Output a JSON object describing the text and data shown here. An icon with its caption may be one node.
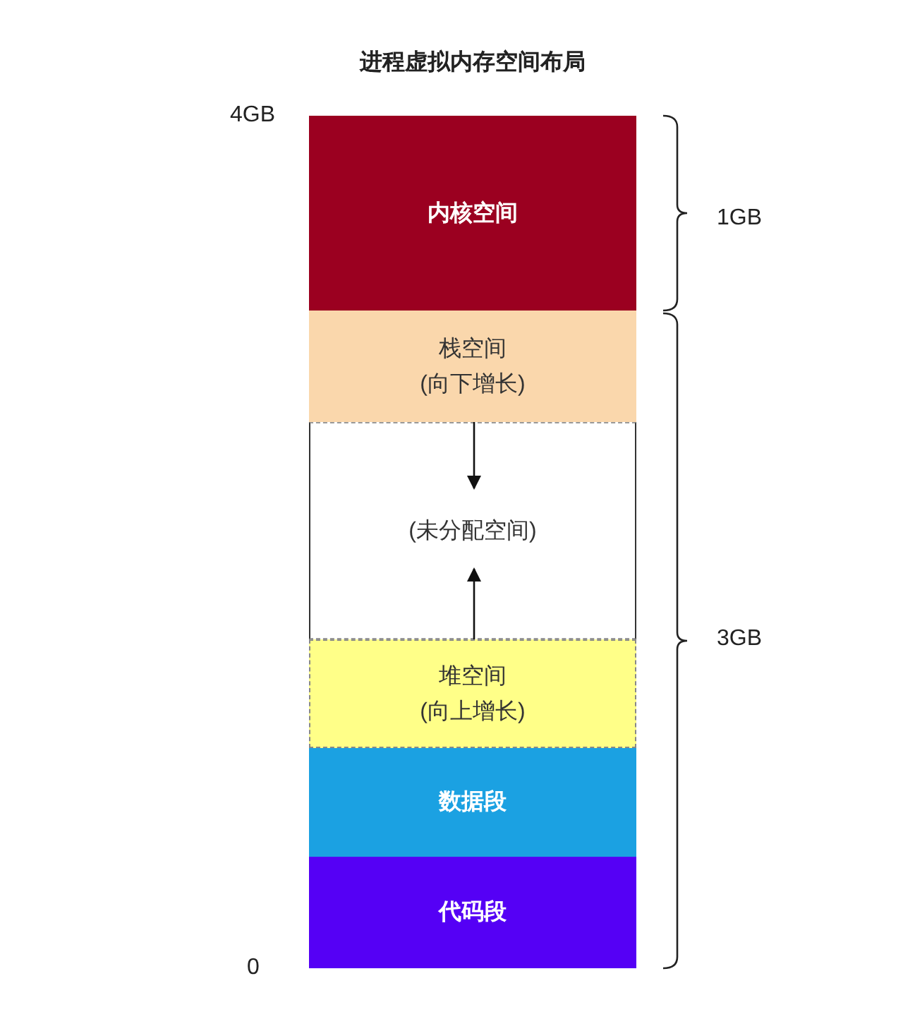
{
  "diagram": {
    "title": "进程虚拟内存空间布局",
    "nodes": [
      {
        "text": [
          "内核空间"
        ]
      },
      {
        "text": [
          "栈空间",
          "(向下增长)"
        ]
      },
      {
        "text": [
          "(未分配空间)"
        ]
      },
      {
        "text": [
          "堆空间",
          "(向上增长)"
        ]
      },
      {
        "text": [
          "数据段"
        ]
      },
      {
        "text": [
          "代码段"
        ]
      }
    ],
    "edges": [
      {
        "from": 1,
        "to": 2,
        "arrow": "to"
      },
      {
        "from": 3,
        "to": 2,
        "arrow": "to"
      }
    ],
    "labels": [
      "4GB",
      "1GB",
      "3GB",
      "0"
    ]
  }
}
